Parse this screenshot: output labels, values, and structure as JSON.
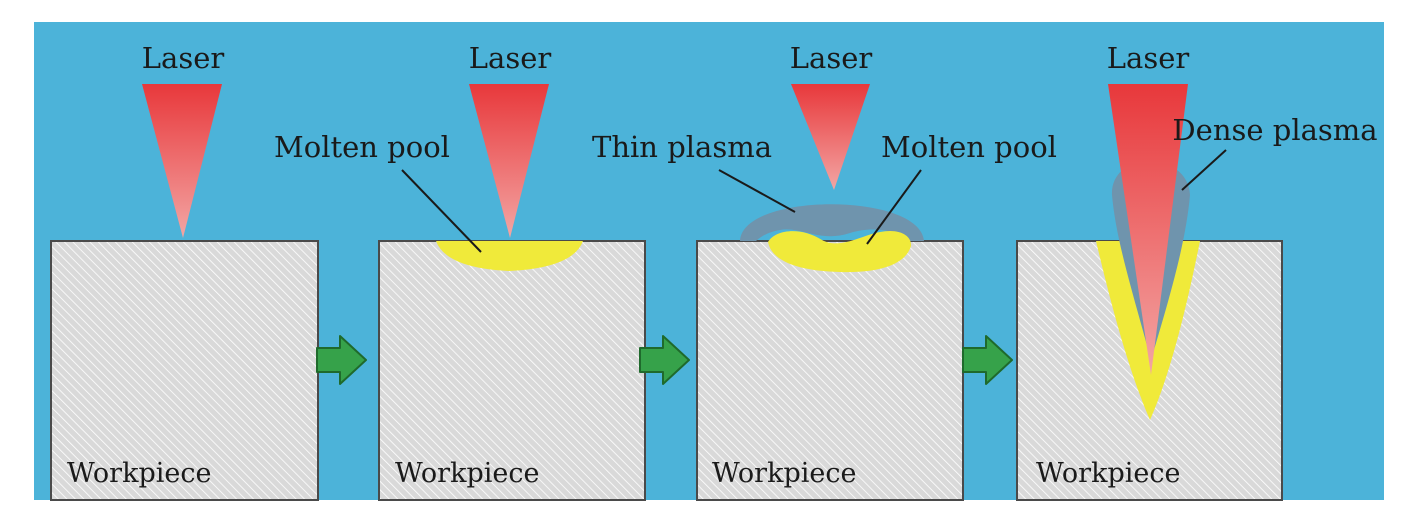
{
  "colors": {
    "background": "#4cb3d9",
    "workpiece_fill": "#d9d9d9",
    "workpiece_hatch": "#ffffff",
    "workpiece_border": "#4a4a4a",
    "laser_top": "#e8383b",
    "laser_bottom": "#f3a6a4",
    "molten_pool": "#f0ea3a",
    "plasma": "#6f94ad",
    "arrow": "#36a24a",
    "arrow_border": "#1f6a2c"
  },
  "stages": [
    {
      "laser_label": "Laser",
      "workpiece_label": "Workpiece"
    },
    {
      "laser_label": "Laser",
      "workpiece_label": "Workpiece",
      "pool_label": "Molten pool"
    },
    {
      "laser_label": "Laser",
      "workpiece_label": "Workpiece",
      "plasma_label": "Thin plasma",
      "pool_label": "Molten pool"
    },
    {
      "laser_label": "Laser",
      "workpiece_label": "Workpiece",
      "plasma_label": "Dense plasma"
    }
  ],
  "arrows": [
    {
      "icon": "arrow-right-icon"
    },
    {
      "icon": "arrow-right-icon"
    },
    {
      "icon": "arrow-right-icon"
    }
  ]
}
